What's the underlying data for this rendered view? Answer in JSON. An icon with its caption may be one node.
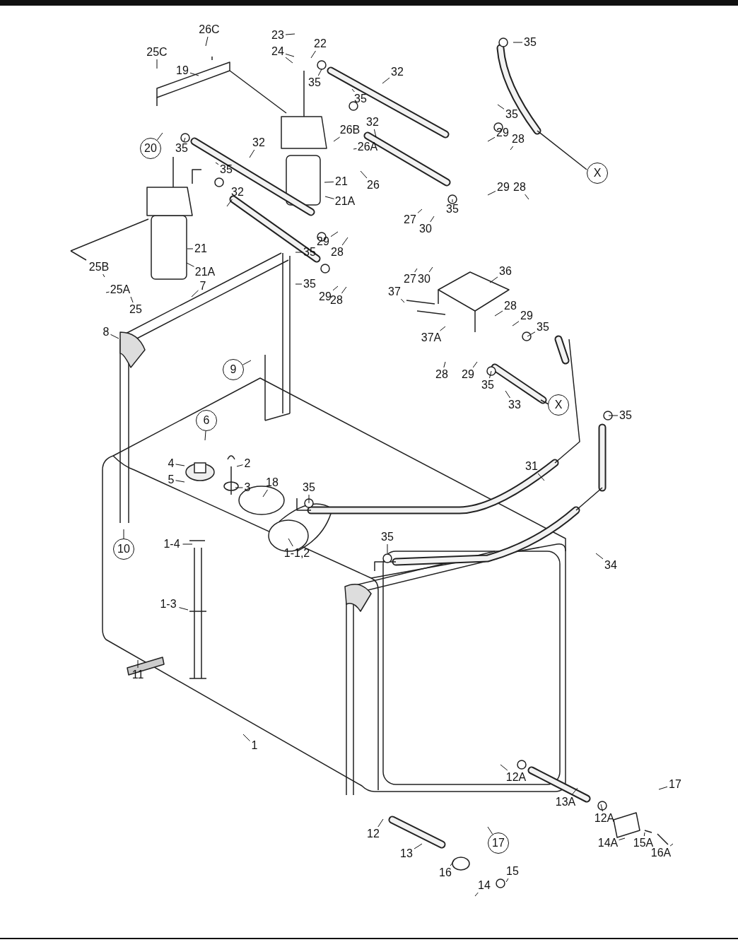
{
  "diagram": {
    "nodes": [
      {
        "text": [
          "26C"
        ]
      },
      {
        "text": [
          "23"
        ]
      },
      {
        "text": [
          "35"
        ]
      },
      {
        "text": [
          "22"
        ]
      },
      {
        "text": [
          "24"
        ]
      },
      {
        "text": [
          "25C"
        ]
      },
      {
        "text": [
          "19"
        ]
      },
      {
        "text": [
          "32"
        ]
      },
      {
        "text": [
          "35"
        ]
      },
      {
        "text": [
          "35"
        ]
      },
      {
        "text": [
          "35"
        ]
      },
      {
        "text": [
          "32"
        ]
      },
      {
        "text": [
          "29"
        ]
      },
      {
        "text": [
          "26B"
        ]
      },
      {
        "text": [
          "28"
        ]
      },
      {
        "text": [
          "20"
        ]
      },
      {
        "text": [
          "35"
        ]
      },
      {
        "text": [
          "32"
        ]
      },
      {
        "text": [
          "26A"
        ]
      },
      {
        "text": [
          "X"
        ]
      },
      {
        "text": [
          "35"
        ]
      },
      {
        "text": [
          "21"
        ]
      },
      {
        "text": [
          "26"
        ]
      },
      {
        "text": [
          "29"
        ]
      },
      {
        "text": [
          "28"
        ]
      },
      {
        "text": [
          "32"
        ]
      },
      {
        "text": [
          "21A"
        ]
      },
      {
        "text": [
          "35"
        ]
      },
      {
        "text": [
          "27"
        ]
      },
      {
        "text": [
          "30"
        ]
      },
      {
        "text": [
          "35"
        ]
      },
      {
        "text": [
          "29"
        ]
      },
      {
        "text": [
          "21"
        ]
      },
      {
        "text": [
          "28"
        ]
      },
      {
        "text": [
          "25B"
        ]
      },
      {
        "text": [
          "21A"
        ]
      },
      {
        "text": [
          "27"
        ]
      },
      {
        "text": [
          "30"
        ]
      },
      {
        "text": [
          "36"
        ]
      },
      {
        "text": [
          "35"
        ]
      },
      {
        "text": [
          "7"
        ]
      },
      {
        "text": [
          "25A"
        ]
      },
      {
        "text": [
          "37"
        ]
      },
      {
        "text": [
          "29"
        ]
      },
      {
        "text": [
          "28"
        ]
      },
      {
        "text": [
          "25"
        ]
      },
      {
        "text": [
          "28"
        ]
      },
      {
        "text": [
          "29"
        ]
      },
      {
        "text": [
          "35"
        ]
      },
      {
        "text": [
          "8"
        ]
      },
      {
        "text": [
          "37A"
        ]
      },
      {
        "text": [
          "9"
        ]
      },
      {
        "text": [
          "28"
        ]
      },
      {
        "text": [
          "29"
        ]
      },
      {
        "text": [
          "35"
        ]
      },
      {
        "text": [
          "33"
        ]
      },
      {
        "text": [
          "X"
        ]
      },
      {
        "text": [
          "35"
        ]
      },
      {
        "text": [
          "6"
        ]
      },
      {
        "text": [
          "4"
        ]
      },
      {
        "text": [
          "2"
        ]
      },
      {
        "text": [
          "31"
        ]
      },
      {
        "text": [
          "5"
        ]
      },
      {
        "text": [
          "18"
        ]
      },
      {
        "text": [
          "35"
        ]
      },
      {
        "text": [
          "3"
        ]
      },
      {
        "text": [
          "35"
        ]
      },
      {
        "text": [
          "1-4"
        ]
      },
      {
        "text": [
          "10"
        ]
      },
      {
        "text": [
          "1-1,2"
        ]
      },
      {
        "text": [
          "34"
        ]
      },
      {
        "text": [
          "1-3"
        ]
      },
      {
        "text": [
          "11"
        ]
      },
      {
        "text": [
          "1"
        ]
      },
      {
        "text": [
          "12A"
        ]
      },
      {
        "text": [
          "13A"
        ]
      },
      {
        "text": [
          "17"
        ]
      },
      {
        "text": [
          "12A"
        ]
      },
      {
        "text": [
          "12"
        ]
      },
      {
        "text": [
          "14A"
        ]
      },
      {
        "text": [
          "15A"
        ]
      },
      {
        "text": [
          "17"
        ]
      },
      {
        "text": [
          "13"
        ]
      },
      {
        "text": [
          "16A"
        ]
      },
      {
        "text": [
          "16"
        ]
      },
      {
        "text": [
          "15"
        ]
      },
      {
        "text": [
          "14"
        ]
      }
    ],
    "edges": [
      {
        "from": 0,
        "to": null,
        "arrow": "none"
      },
      {
        "from": 1,
        "to": null,
        "arrow": "none"
      },
      {
        "from": 2,
        "to": null,
        "arrow": "none"
      },
      {
        "from": 3,
        "to": null,
        "arrow": "none"
      },
      {
        "from": 4,
        "to": null,
        "arrow": "none"
      },
      {
        "from": 4,
        "to": null,
        "arrow": "none"
      },
      {
        "from": 5,
        "to": null,
        "arrow": "none"
      },
      {
        "from": 6,
        "to": null,
        "arrow": "none"
      },
      {
        "from": 7,
        "to": null,
        "arrow": "none"
      },
      {
        "from": 8,
        "to": null,
        "arrow": "none"
      },
      {
        "from": 9,
        "to": null,
        "arrow": "none"
      },
      {
        "from": 10,
        "to": null,
        "arrow": "none"
      },
      {
        "from": 11,
        "to": null,
        "arrow": "none"
      },
      {
        "from": 12,
        "to": null,
        "arrow": "none"
      },
      {
        "from": 13,
        "to": null,
        "arrow": "none"
      },
      {
        "from": 14,
        "to": null,
        "arrow": "none"
      },
      {
        "from": 15,
        "to": null,
        "arrow": "none"
      },
      {
        "from": 16,
        "to": null,
        "arrow": "none"
      },
      {
        "from": 17,
        "to": null,
        "arrow": "none"
      },
      {
        "from": 18,
        "to": null,
        "arrow": "none"
      },
      {
        "from": 20,
        "to": null,
        "arrow": "none"
      },
      {
        "from": 21,
        "to": null,
        "arrow": "none"
      },
      {
        "from": 22,
        "to": null,
        "arrow": "none"
      },
      {
        "from": 23,
        "to": null,
        "arrow": "none"
      },
      {
        "from": 24,
        "to": null,
        "arrow": "none"
      },
      {
        "from": 25,
        "to": null,
        "arrow": "none"
      },
      {
        "from": 26,
        "to": null,
        "arrow": "none"
      },
      {
        "from": 27,
        "to": null,
        "arrow": "none"
      },
      {
        "from": 28,
        "to": null,
        "arrow": "none"
      },
      {
        "from": 29,
        "to": null,
        "arrow": "none"
      },
      {
        "from": 30,
        "to": null,
        "arrow": "none"
      },
      {
        "from": 31,
        "to": null,
        "arrow": "none"
      },
      {
        "from": 32,
        "to": null,
        "arrow": "none"
      },
      {
        "from": 33,
        "to": null,
        "arrow": "none"
      },
      {
        "from": 34,
        "to": null,
        "arrow": "none"
      },
      {
        "from": 35,
        "to": null,
        "arrow": "none"
      },
      {
        "from": 36,
        "to": null,
        "arrow": "none"
      },
      {
        "from": 37,
        "to": null,
        "arrow": "none"
      },
      {
        "from": 38,
        "to": null,
        "arrow": "none"
      },
      {
        "from": 39,
        "to": null,
        "arrow": "none"
      },
      {
        "from": 40,
        "to": null,
        "arrow": "none"
      },
      {
        "from": 41,
        "to": null,
        "arrow": "none"
      },
      {
        "from": 42,
        "to": null,
        "arrow": "none"
      },
      {
        "from": 43,
        "to": null,
        "arrow": "none"
      },
      {
        "from": 44,
        "to": null,
        "arrow": "none"
      },
      {
        "from": 45,
        "to": null,
        "arrow": "none"
      },
      {
        "from": 46,
        "to": null,
        "arrow": "none"
      },
      {
        "from": 47,
        "to": null,
        "arrow": "none"
      },
      {
        "from": 48,
        "to": null,
        "arrow": "none"
      },
      {
        "from": 49,
        "to": null,
        "arrow": "none"
      },
      {
        "from": 50,
        "to": null,
        "arrow": "none"
      },
      {
        "from": 51,
        "to": null,
        "arrow": "none"
      },
      {
        "from": 52,
        "to": null,
        "arrow": "none"
      },
      {
        "from": 53,
        "to": null,
        "arrow": "none"
      },
      {
        "from": 54,
        "to": null,
        "arrow": "none"
      },
      {
        "from": 55,
        "to": null,
        "arrow": "none"
      },
      {
        "from": 57,
        "to": null,
        "arrow": "none"
      },
      {
        "from": 58,
        "to": null,
        "arrow": "none"
      },
      {
        "from": 59,
        "to": null,
        "arrow": "none"
      },
      {
        "from": 60,
        "to": null,
        "arrow": "none"
      },
      {
        "from": 61,
        "to": null,
        "arrow": "none"
      },
      {
        "from": 62,
        "to": null,
        "arrow": "none"
      },
      {
        "from": 63,
        "to": null,
        "arrow": "none"
      },
      {
        "from": 64,
        "to": null,
        "arrow": "none"
      },
      {
        "from": 65,
        "to": null,
        "arrow": "none"
      },
      {
        "from": 66,
        "to": null,
        "arrow": "none"
      },
      {
        "from": 67,
        "to": null,
        "arrow": "none"
      },
      {
        "from": 68,
        "to": null,
        "arrow": "none"
      },
      {
        "from": 69,
        "to": null,
        "arrow": "none"
      },
      {
        "from": 70,
        "to": null,
        "arrow": "none"
      },
      {
        "from": 71,
        "to": null,
        "arrow": "none"
      },
      {
        "from": 72,
        "to": null,
        "arrow": "none"
      },
      {
        "from": 73,
        "to": null,
        "arrow": "none"
      },
      {
        "from": 74,
        "to": null,
        "arrow": "none"
      },
      {
        "from": 75,
        "to": null,
        "arrow": "none"
      },
      {
        "from": 76,
        "to": null,
        "arrow": "none"
      },
      {
        "from": 77,
        "to": null,
        "arrow": "none"
      },
      {
        "from": 78,
        "to": null,
        "arrow": "none"
      },
      {
        "from": 79,
        "to": null,
        "arrow": "none"
      },
      {
        "from": 80,
        "to": null,
        "arrow": "none"
      },
      {
        "from": 81,
        "to": null,
        "arrow": "none"
      },
      {
        "from": 82,
        "to": null,
        "arrow": "none"
      },
      {
        "from": 83,
        "to": null,
        "arrow": "none"
      },
      {
        "from": 84,
        "to": null,
        "arrow": "none"
      },
      {
        "from": 85,
        "to": null,
        "arrow": "none"
      },
      {
        "from": 86,
        "to": null,
        "arrow": "none"
      }
    ]
  }
}
